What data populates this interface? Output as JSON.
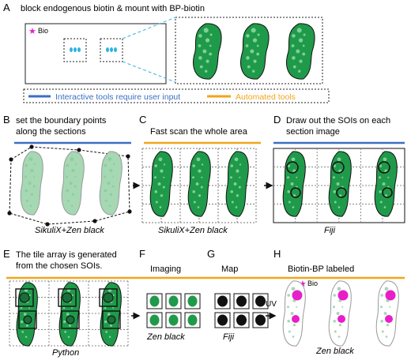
{
  "panels": {
    "a": {
      "letter": "A",
      "title": "block endogenous biotin & mount with BP-biotin",
      "bio_label": "Bio"
    },
    "b": {
      "letter": "B",
      "title_line1": "set the boundary points",
      "title_line2": "along the sections",
      "tool": "SikuliX+Zen black"
    },
    "c": {
      "letter": "C",
      "title": "Fast scan the whole area",
      "tool": "SikuliX+Zen black"
    },
    "d": {
      "letter": "D",
      "title_line1": "Draw out the SOIs on each",
      "title_line2": "section image",
      "tool": "Fiji"
    },
    "e": {
      "letter": "E",
      "title_line1": "The tile array is generated",
      "title_line2": "from the chosen SOIs.",
      "tool": "Python"
    },
    "f": {
      "letter": "F",
      "title": "Imaging",
      "tool": "Zen black"
    },
    "g": {
      "letter": "G",
      "title": "Map",
      "tool": "Fiji",
      "arrow_label": "UV"
    },
    "h": {
      "letter": "H",
      "title": "Biotin-BP labeled",
      "tool": "Zen black",
      "bio_label": "Bio"
    }
  },
  "legend": {
    "interactive": "Interactive tools require user input",
    "automated": "Automated tools"
  },
  "colors": {
    "interactive_blue": "#3a6fc4",
    "automated_orange": "#f2a51a",
    "section_green": "#1f9a4a",
    "section_light_green": "#a6d8b4",
    "cyan_dot": "#2fb3e0",
    "magenta": "#e81ec9",
    "legend_text_blue": "#3a6fc4"
  }
}
